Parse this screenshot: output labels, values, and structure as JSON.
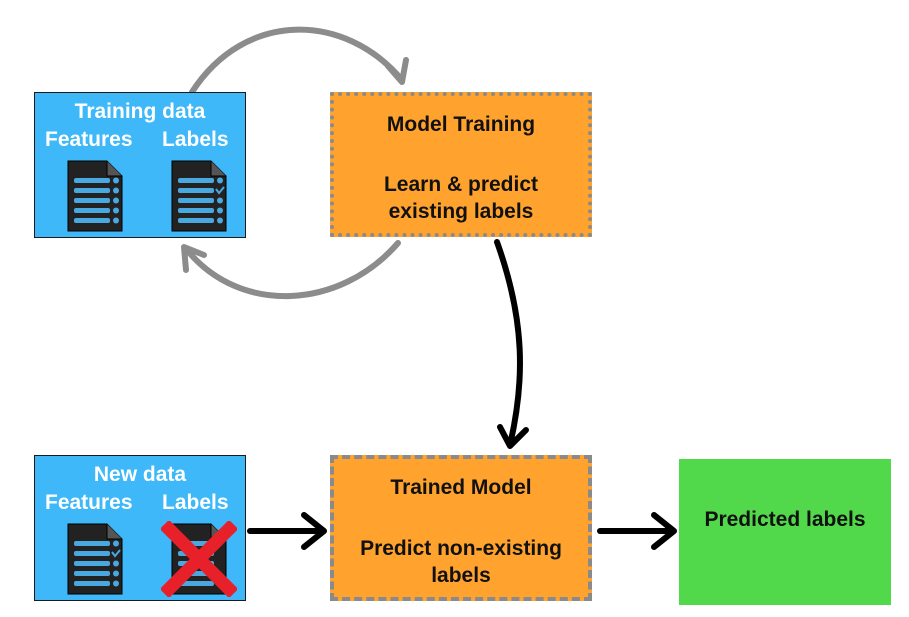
{
  "training_data": {
    "title": "Training data",
    "features_label": "Features",
    "labels_label": "Labels"
  },
  "model_training": {
    "title": "Model Training",
    "line1": "Learn & predict",
    "line2": "existing labels"
  },
  "new_data": {
    "title": "New data",
    "features_label": "Features",
    "labels_label": "Labels"
  },
  "trained_model": {
    "title": "Trained Model",
    "line1": "Predict non-existing",
    "line2": "labels"
  },
  "predicted": {
    "label": "Predicted labels"
  },
  "icons": {
    "features_doc": "document-list-icon",
    "labels_doc": "document-checklist-icon",
    "cross": "red-x-icon"
  },
  "colors": {
    "data_box": "#3eb8f8",
    "model_box": "#ffa22e",
    "output_box": "#52d94b",
    "cross": "#e8202a",
    "gray_arrow": "#8c8c8c",
    "black_arrow": "#000000"
  }
}
